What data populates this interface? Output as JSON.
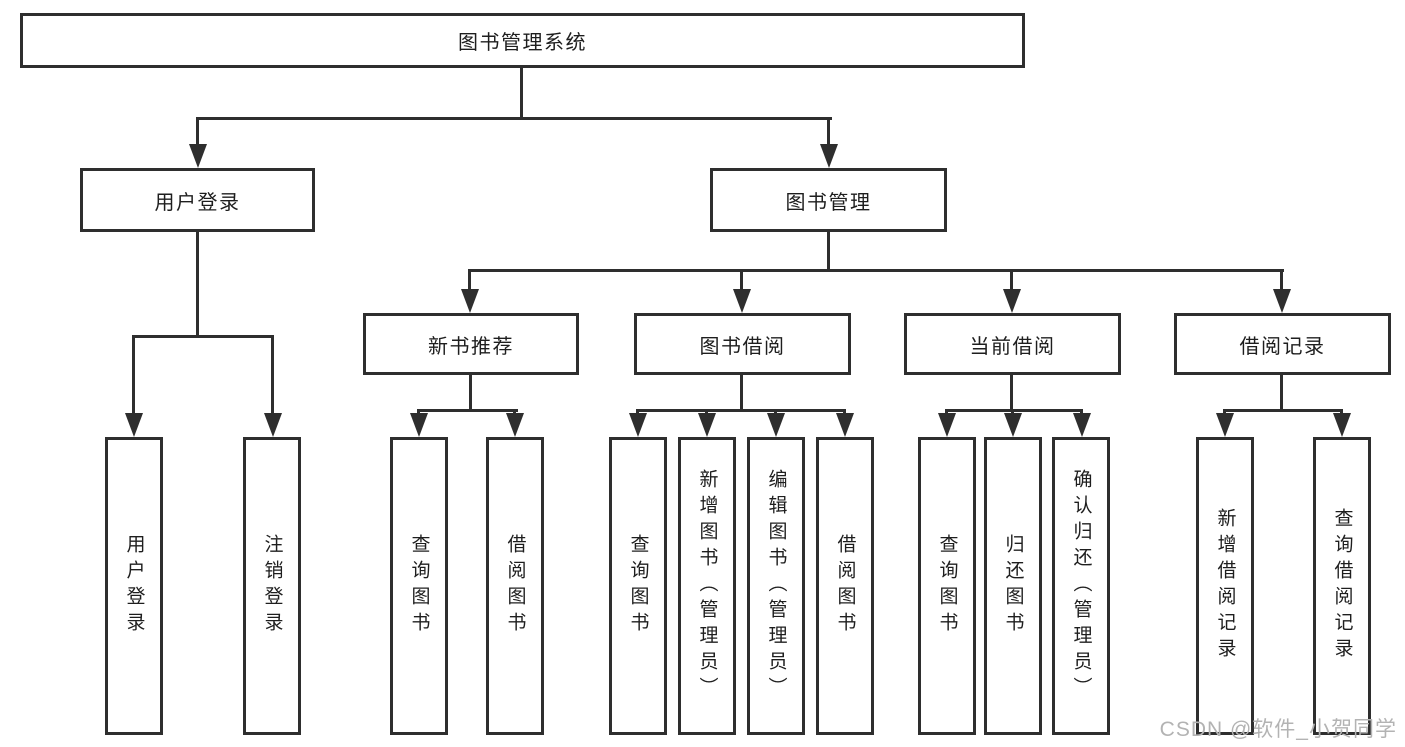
{
  "tree": {
    "root": "图书管理系统",
    "branches": [
      {
        "label": "用户登录",
        "leaves": [
          "用户登录",
          "注销登录"
        ]
      },
      {
        "label": "图书管理",
        "groups": [
          {
            "label": "新书推荐",
            "leaves": [
              "查询图书",
              "借阅图书"
            ]
          },
          {
            "label": "图书借阅",
            "leaves": [
              "查询图书",
              "新增图书（管理员）",
              "编辑图书（管理员）",
              "借阅图书"
            ]
          },
          {
            "label": "当前借阅",
            "leaves": [
              "查询图书",
              "归还图书",
              "确认归还（管理员）"
            ]
          },
          {
            "label": "借阅记录",
            "leaves": [
              "新增借阅记录",
              "查询借阅记录"
            ]
          }
        ]
      }
    ]
  },
  "watermark": "CSDN @软件_小贺同学",
  "colors": {
    "line": "#2e2e2e",
    "text": "#1e1e1e",
    "watermark": "#b3b3b3",
    "background": "#ffffff"
  }
}
